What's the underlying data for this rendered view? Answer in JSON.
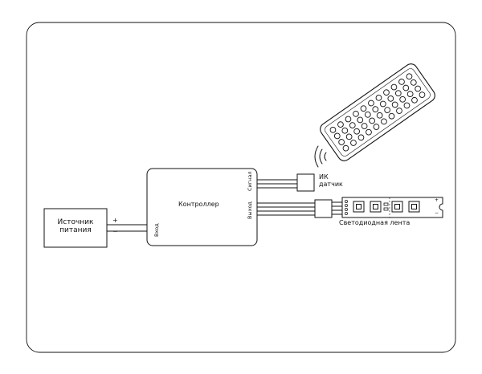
{
  "power_supply": {
    "label_line1": "Источник",
    "label_line2": "питания",
    "plus": "+",
    "minus": "−"
  },
  "controller": {
    "title": "Контроллер",
    "input_label": "Вход",
    "signal_label": "Сигнал",
    "output_label": "Выход"
  },
  "ir_sensor": {
    "label_line1": "ИК",
    "label_line2": "датчик"
  },
  "led_strip": {
    "label": "Светодиодная лента",
    "plus": "+",
    "minus": "−"
  },
  "colors": {
    "stroke": "#111111",
    "background": "#ffffff"
  }
}
